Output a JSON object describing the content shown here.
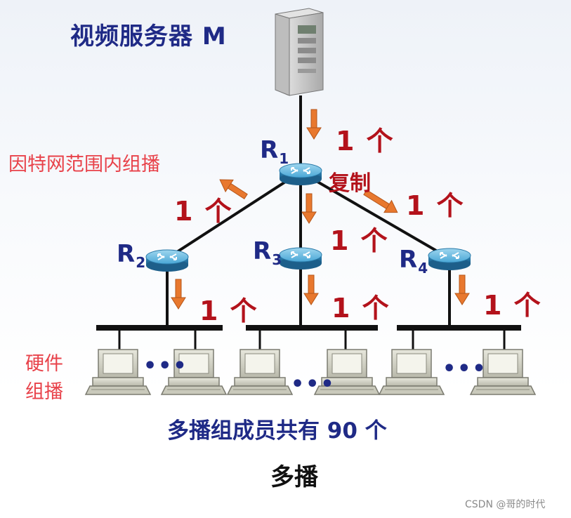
{
  "server": {
    "label": "视频服务器 M"
  },
  "side_notes": {
    "multicast_range": "因特网范围内组播",
    "hw_line1": "硬件",
    "hw_line2": "组播"
  },
  "routers": [
    {
      "name": "R",
      "sub": "1"
    },
    {
      "name": "R",
      "sub": "2"
    },
    {
      "name": "R",
      "sub": "3"
    },
    {
      "name": "R",
      "sub": "4"
    }
  ],
  "copy_label": "复制",
  "counts": {
    "server_to_r1": "1 个",
    "r1_to_r2": "1 个",
    "r1_to_r3": "1 个",
    "r1_to_r4": "1 个",
    "r2_to_lan": "1 个",
    "r3_to_lan": "1 个",
    "r4_to_lan": "1 个"
  },
  "ellipsis": "•••",
  "group_total": "多播组成员共有 90 个",
  "caption": "多播",
  "watermark": "CSDN @哥的时代",
  "colors": {
    "link": "#111111",
    "arrow": "#e8782e",
    "router": "#3fa0cf",
    "count": "#b3121b",
    "label": "#1f2a86",
    "note": "#e8424a"
  }
}
